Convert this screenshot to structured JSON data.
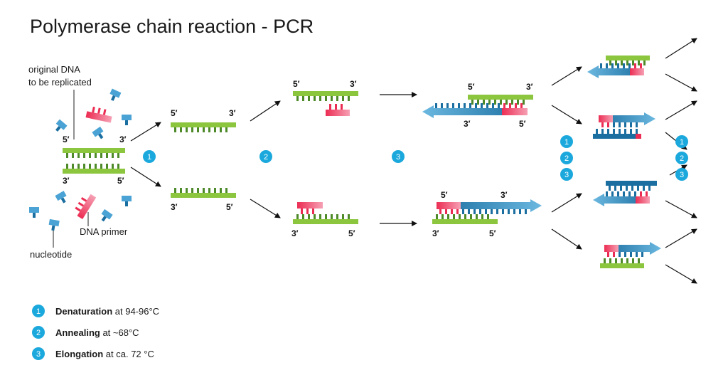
{
  "title": "Polymerase chain reaction - PCR",
  "labels": {
    "original_dna": [
      "original DNA",
      "to be replicated"
    ],
    "dna_primer": "DNA primer",
    "nucleotide": "nucleotide"
  },
  "strand_ends": {
    "five_prime": "5′",
    "three_prime": "3′"
  },
  "steps": [
    "1",
    "2",
    "3"
  ],
  "legend": [
    {
      "number": "1",
      "name": "Denaturation",
      "detail": " at 94-96°C"
    },
    {
      "number": "2",
      "name": "Annealing",
      "detail": " at ~68°C"
    },
    {
      "number": "3",
      "name": "Elongation",
      "detail": " at ca. 72 °C"
    }
  ],
  "colors": {
    "template_strand": "#8cc63f",
    "template_teeth": "#4e8a2a",
    "primer": "#ec2d53",
    "new_strand": "#1b6ea0",
    "new_strand_light": "#4aa3d4",
    "step_badge": "#1ba8dc",
    "text": "#1a1a1a"
  }
}
